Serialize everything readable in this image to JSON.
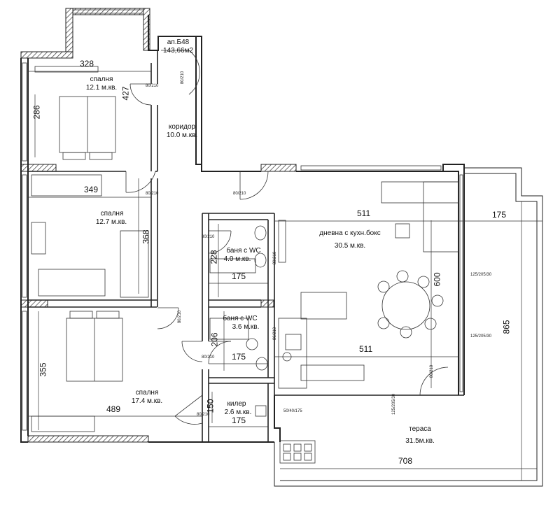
{
  "apartment": {
    "name": "ап.Б48",
    "area": "143,66м2"
  },
  "rooms": {
    "bedroom1": {
      "name": "спалня",
      "area": "12.1 м.кв."
    },
    "corridor": {
      "name": "коридор",
      "area": "10.0 м.кв."
    },
    "bedroom2": {
      "name": "спалня",
      "area": "12.7 м.кв."
    },
    "bathroom1": {
      "name": "баня с WC",
      "area": "4.0 м.кв."
    },
    "living": {
      "name": "дневна с кухн.бокс",
      "area": "30.5 м.кв."
    },
    "bathroom2": {
      "name": "баня с WC",
      "area": "3.6 м.кв."
    },
    "bedroom3": {
      "name": "спалня",
      "area": "17.4 м.кв."
    },
    "storage": {
      "name": "килер",
      "area": "2.6 м.кв."
    },
    "terrace": {
      "name": "тераса",
      "area": "31.5м.кв."
    }
  },
  "dimensions": {
    "d328": "328",
    "d427": "427",
    "d286": "286",
    "d349": "349",
    "d368": "368",
    "d511a": "511",
    "d175a": "175",
    "d228": "228",
    "d175b": "175",
    "d600": "600",
    "d865": "865",
    "d206": "206",
    "d511b": "511",
    "d175c": "175",
    "d355": "355",
    "d489": "489",
    "d150": "150",
    "d175d": "175",
    "d708": "708"
  },
  "door_tags": {
    "dt1": "80/210",
    "dt2": "80/210",
    "dt3": "80/210",
    "dt4": "80/210",
    "dt5": "80/210",
    "dt6": "80/210",
    "dt7": "80/210",
    "dt8": "80/210",
    "dt9": "80/210",
    "dt10": "80/210",
    "dt11": "80/210",
    "dt12": "125/205/30",
    "dt13": "125/205/30",
    "dt14": "125/205/30",
    "dt15": "50/40/175"
  }
}
